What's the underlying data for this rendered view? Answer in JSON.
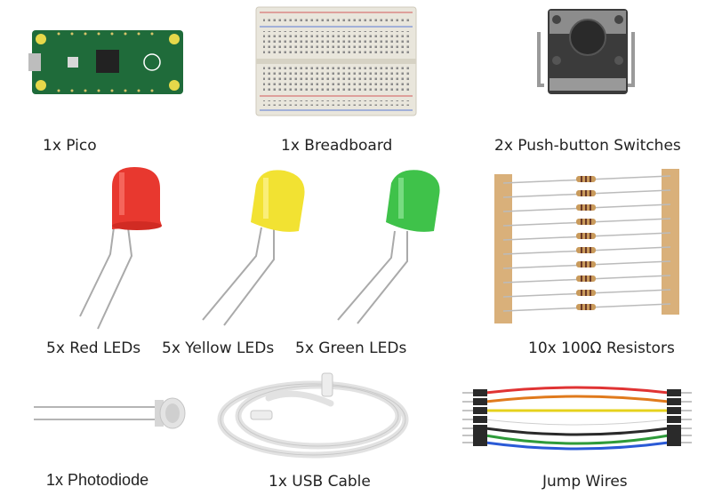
{
  "labels": {
    "pico": "1x Pico",
    "breadboard": "1x Breadboard",
    "switches": "2x Push-button Switches",
    "red_leds": "5x Red LEDs",
    "yellow_leds": "5x Yellow LEDs",
    "green_leds": "5x Green LEDs",
    "resistors": "10x 100Ω Resistors",
    "photodiode": "1x Photodiode",
    "usb_cable": "1x USB Cable",
    "jump_wires": "Jump Wires"
  },
  "colors": {
    "pico_board": "#1f6b3a",
    "red_led": "#e8382f",
    "yellow_led": "#f2e232",
    "green_led": "#3fc24a",
    "resistor_tape": "#d9b07a",
    "cable": "#eeeeee"
  },
  "icons": [
    "raspberry-pi-pico-board",
    "breadboard",
    "push-button-switch",
    "red-led",
    "yellow-led",
    "green-led",
    "resistor-strip",
    "photodiode",
    "usb-cable",
    "jump-wires"
  ]
}
